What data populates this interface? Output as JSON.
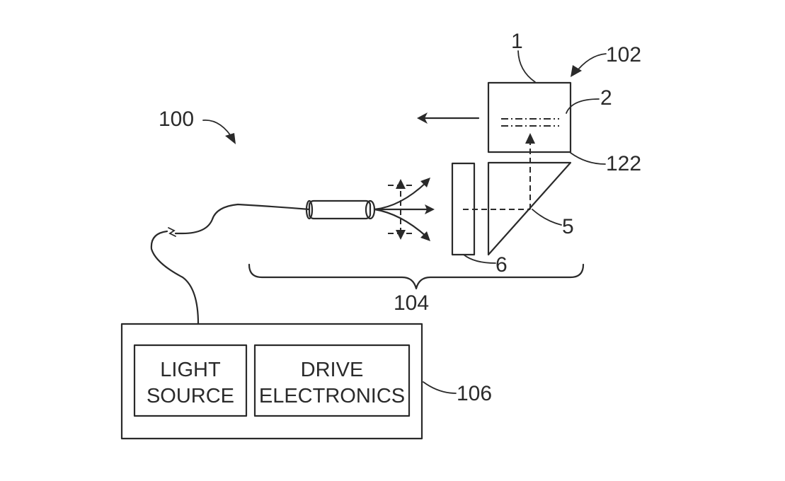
{
  "labels": {
    "system": "100",
    "module": "102",
    "optics": "104",
    "controller": "106",
    "waveguide": "1",
    "grating": "2",
    "edge": "122",
    "splitter": "5",
    "mirror": "6"
  },
  "boxes": {
    "light_source": [
      "LIGHT",
      "SOURCE"
    ],
    "drive_electronics": [
      "DRIVE",
      "ELECTRONICS"
    ]
  }
}
